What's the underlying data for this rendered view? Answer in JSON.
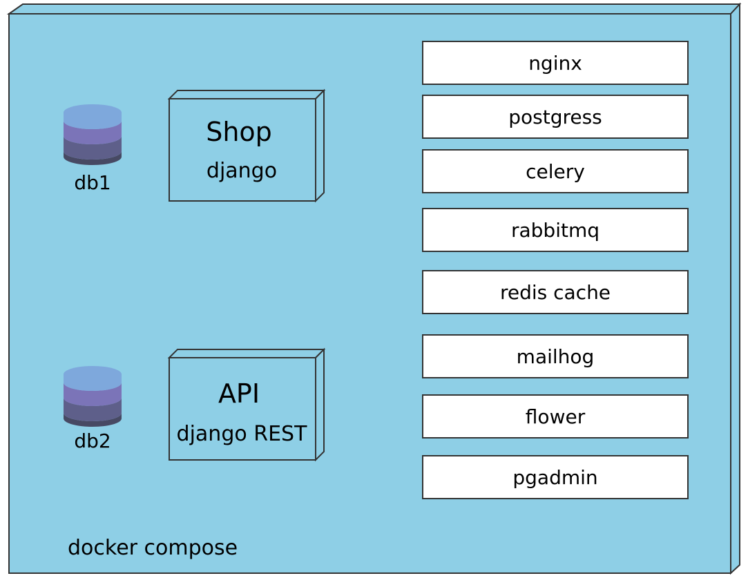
{
  "diagram": {
    "container": {
      "label": "docker compose",
      "fill": "#8ecfe6",
      "stroke": "#333333"
    },
    "databases": [
      {
        "label": "db1"
      },
      {
        "label": "db2"
      }
    ],
    "database_colors": [
      "#7ea8dc",
      "#7b74b8",
      "#5e5f8a",
      "#474963"
    ],
    "apps": [
      {
        "title": "Shop",
        "subtitle": "django"
      },
      {
        "title": "API",
        "subtitle": "django REST"
      }
    ],
    "services": [
      {
        "label": "nginx"
      },
      {
        "label": "postgress"
      },
      {
        "label": "celery"
      },
      {
        "label": "rabbitmq"
      },
      {
        "label": "redis cache"
      },
      {
        "label": "mailhog"
      },
      {
        "label": "flower"
      },
      {
        "label": "pgadmin"
      }
    ]
  }
}
